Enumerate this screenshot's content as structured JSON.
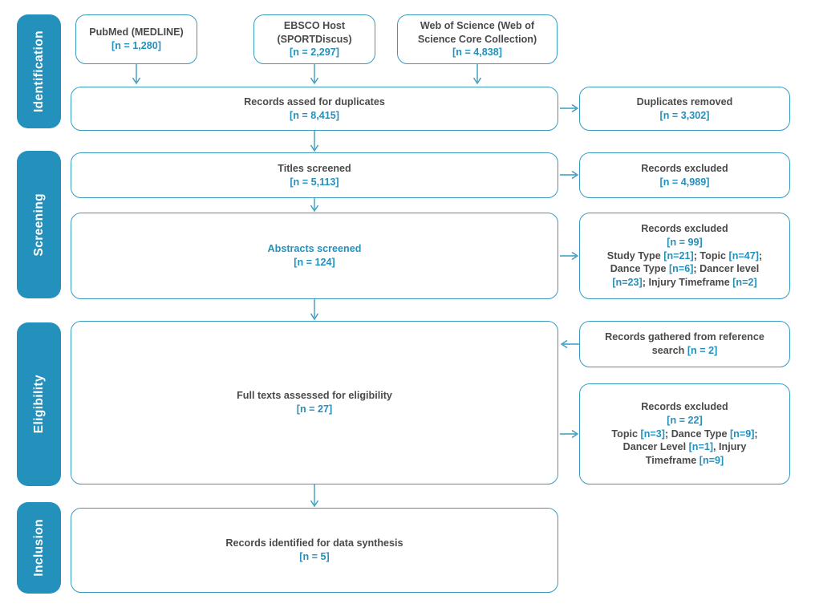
{
  "meta": {
    "title": "PRISMA Flow Diagram",
    "accent_color": "#2490bc",
    "border_color": "#3a9bbf",
    "text_color": "#4a4a4a"
  },
  "stages": [
    {
      "id": "identification",
      "label": "Identification"
    },
    {
      "id": "screening",
      "label": "Screening"
    },
    {
      "id": "eligibility",
      "label": "Eligibility"
    },
    {
      "id": "inclusion",
      "label": "Inclusion"
    }
  ],
  "sources": [
    {
      "id": "pubmed",
      "name_line1": "PubMed (MEDLINE)",
      "name_line2": "",
      "count": "[n = 1,280]"
    },
    {
      "id": "ebsco",
      "name_line1": "EBSCO Host",
      "name_line2": "(SPORTDiscus)",
      "count": "[n = 2,297]"
    },
    {
      "id": "wos",
      "name_line1": "Web of Science (Web of",
      "name_line2": "Science Core Collection)",
      "count": "[n = 4,838]"
    }
  ],
  "main_boxes": [
    {
      "id": "duplicates-assessed",
      "label": "Records assed for duplicates",
      "count": "[n = 8,415]"
    },
    {
      "id": "titles-screened",
      "label": "Titles screened",
      "count": "[n = 5,113]"
    },
    {
      "id": "abstracts-screened",
      "label": "Abstracts screened",
      "count": "[n = 124]"
    },
    {
      "id": "full-texts",
      "label": "Full texts assessed for eligibility",
      "count": "[n = 27]"
    },
    {
      "id": "data-synthesis",
      "label": "Records identified for data synthesis",
      "count": "[n = 5]"
    }
  ],
  "side_boxes": {
    "duplicates_removed": {
      "label": "Duplicates removed",
      "count": "[n = 3,302]"
    },
    "titles_excluded": {
      "label": "Records excluded",
      "count": "[n = 4,989]"
    },
    "abstracts_excluded": {
      "label": "Records excluded",
      "count": "[n = 99]",
      "reasons_line1_a": "Study Type ",
      "reasons_line1_b": "[n=21]",
      "reasons_line1_c": "; Topic ",
      "reasons_line1_d": "[n=47]",
      "reasons_line1_e": ";",
      "reasons_line2_a": "Dance Type ",
      "reasons_line2_b": "[n=6]",
      "reasons_line2_c": "; Dancer level",
      "reasons_line3_a": "[n=23]",
      "reasons_line3_b": "; Injury Timeframe ",
      "reasons_line3_c": "[n=2]"
    },
    "reference_search": {
      "label": "Records gathered from reference",
      "label2": "search ",
      "count": "[n = 2]"
    },
    "fulltext_excluded": {
      "label": "Records excluded",
      "count": "[n = 22]",
      "reasons_line1_a": "Topic ",
      "reasons_line1_b": "[n=3]",
      "reasons_line1_c": "; Dance Type ",
      "reasons_line1_d": "[n=9]",
      "reasons_line1_e": ";",
      "reasons_line2_a": "Dancer Level ",
      "reasons_line2_b": "[n=1]",
      "reasons_line2_c": ", Injury",
      "reasons_line3_a": "Timeframe ",
      "reasons_line3_b": "[n=9]"
    }
  }
}
